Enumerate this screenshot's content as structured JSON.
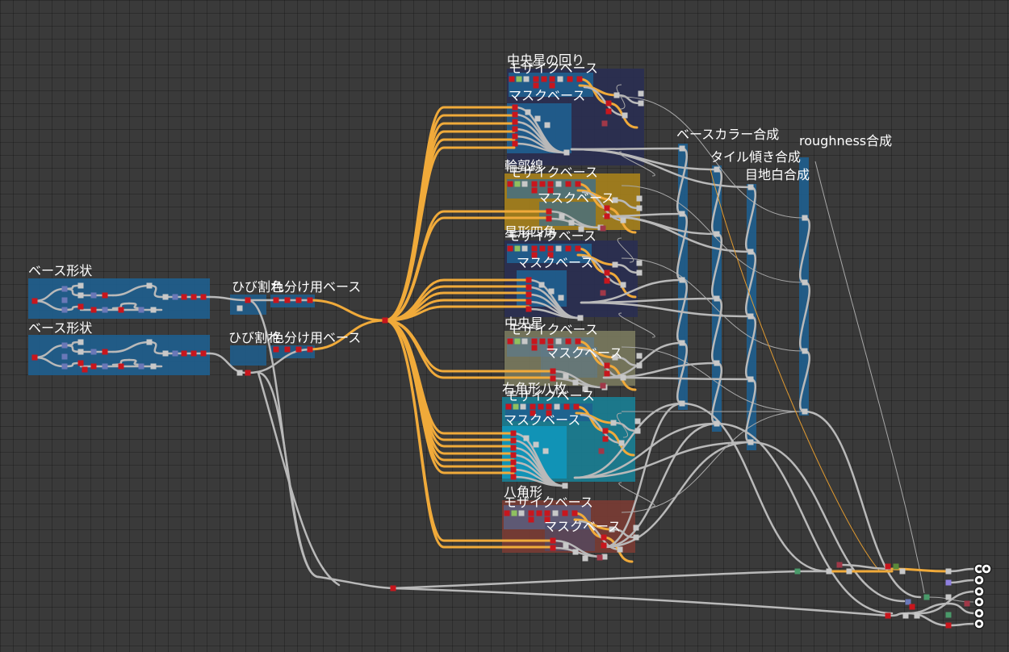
{
  "graph": {
    "frames": {
      "base_shape_1": "ベース形状",
      "base_shape_2": "ベース形状",
      "crack_1": "ひび割れ",
      "crack_2": "ひび割れ",
      "color_base_1": "色分け用ベース",
      "color_base_2": "色分け用ベース",
      "center_star_ring": "中央星の回り",
      "mosaic_base_1": "モザイクベース",
      "mask_base_1": "マスクベース",
      "outline": "輪郭線",
      "mosaic_base_2": "モザイクベース",
      "mask_base_2": "マスクベース",
      "star_shape": "星形四角",
      "mosaic_base_3": "モザイクベース",
      "mask_base_3": "マスクベース",
      "center_star": "中央星",
      "mosaic_base_4": "モザイクベース",
      "mask_base_4": "マスクベース",
      "right_hex_8": "右角形八枚",
      "mosaic_base_5": "モザイクベース",
      "mask_base_5": "マスクベース",
      "octagon": "八角形",
      "mosaic_base_6": "モザイクベース",
      "mask_base_6": "マスクベース",
      "base_color_comp": "ベースカラー合成",
      "tile_tilt_comp": "タイル傾き合成",
      "grout_white_comp": "目地白合成",
      "roughness_comp": "roughness合成"
    },
    "colors": {
      "node_red": "#c8161d",
      "node_gray": "#c8c8c8",
      "node_green": "#8fc060",
      "node_blue": "#6a78b8",
      "node_mauve": "#a03848",
      "wire_gray": "#b9b9b9",
      "wire_orange": "#f0aa3a",
      "frame_blue": "#1f5f8f",
      "frame_navy": "#2a2f52",
      "frame_gold": "#a7821c",
      "frame_khaki": "#7a7a5e",
      "frame_teal": "#1a7f95",
      "frame_brown": "#7a3c34",
      "output_icon": "output-node-icon"
    }
  }
}
